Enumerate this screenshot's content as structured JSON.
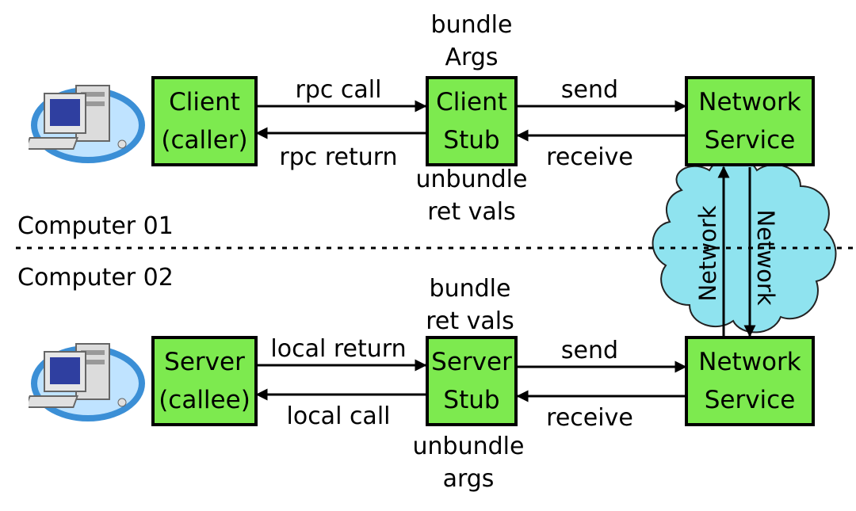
{
  "top": {
    "caller_box": [
      "Client",
      "(caller)"
    ],
    "stub_box": [
      "Client",
      "Stub"
    ],
    "network_box": [
      "Network",
      "Service"
    ],
    "call_label": "rpc call",
    "return_label": "rpc return",
    "send_label": "send",
    "receive_label": "receive",
    "above_stub": [
      "bundle",
      "Args"
    ],
    "below_stub": [
      "unbundle",
      "ret vals"
    ]
  },
  "bottom": {
    "caller_box": [
      "Server",
      "(callee)"
    ],
    "stub_box": [
      "Server",
      "Stub"
    ],
    "network_box": [
      "Network",
      "Service"
    ],
    "call_label": "local return",
    "return_label": "local call",
    "send_label": "send",
    "receive_label": "receive",
    "above_stub": [
      "bundle",
      "ret vals"
    ],
    "below_stub": [
      "unbundle",
      "args"
    ]
  },
  "computer_top": "Computer 01",
  "computer_bottom": "Computer 02",
  "network_left": "Network",
  "network_right": "Network",
  "colors": {
    "box_fill": "#7dea4f",
    "cloud": "#8fe3ef",
    "monitor_circle": "#3b8fd6"
  }
}
